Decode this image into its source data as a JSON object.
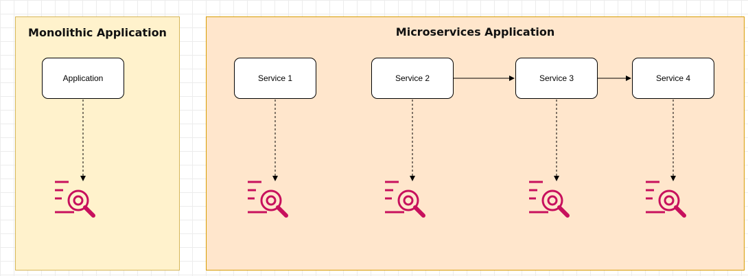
{
  "monolith": {
    "title": "Monolithic Application",
    "node_label": "Application"
  },
  "microservices": {
    "title": "Microservices Application",
    "services": [
      {
        "label": "Service 1"
      },
      {
        "label": "Service 2"
      },
      {
        "label": "Service 3"
      },
      {
        "label": "Service 4"
      }
    ]
  },
  "edges": [
    {
      "from": "Service 2",
      "to": "Service 3",
      "style": "solid"
    },
    {
      "from": "Service 3",
      "to": "Service 4",
      "style": "solid"
    },
    {
      "from": "Application",
      "to": "log-search-icon",
      "style": "dashed"
    },
    {
      "from": "Service 1",
      "to": "log-search-icon",
      "style": "dashed"
    },
    {
      "from": "Service 2",
      "to": "log-search-icon",
      "style": "dashed"
    },
    {
      "from": "Service 3",
      "to": "log-search-icon",
      "style": "dashed"
    },
    {
      "from": "Service 4",
      "to": "log-search-icon",
      "style": "dashed"
    }
  ],
  "colors": {
    "monolith_fill": "#fff2cc",
    "monolith_border": "#d6b656",
    "micro_fill": "#ffe6cc",
    "micro_border": "#d79b00",
    "icon": "#c7105d"
  },
  "icon_name": "log-search-icon"
}
